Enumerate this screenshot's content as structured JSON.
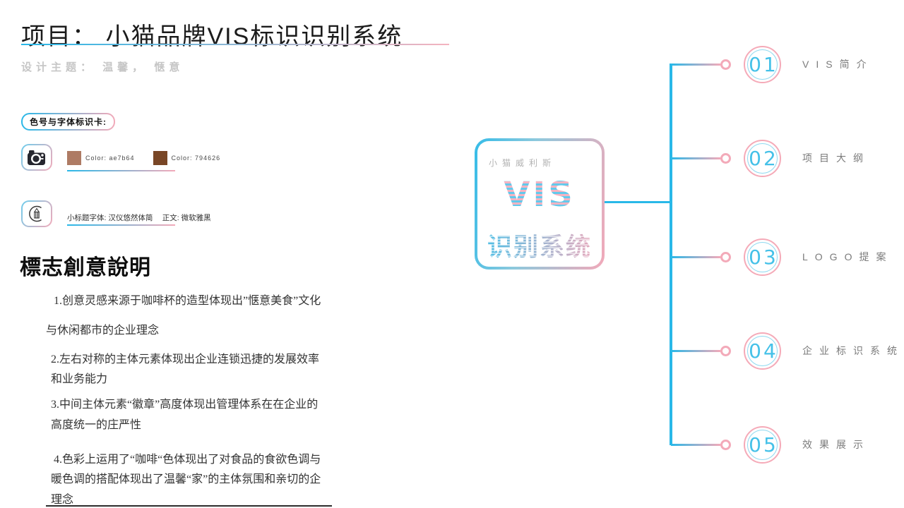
{
  "header": {
    "title": "项目： 小猫品牌VIS标识识别系统",
    "subtitle": "设计主题： 温馨， 惬意"
  },
  "spec_card": {
    "badge_label": "色号与字体标识卡:",
    "colors": [
      {
        "swatch": "#ae7b64",
        "label": "Color:  ae7b64"
      },
      {
        "swatch": "#794626",
        "label": "Color:  794626"
      }
    ],
    "font_line": "小标题字体: 汉仪悠然体简　 正文: 微软雅黑"
  },
  "description": {
    "heading": "標志創意說明",
    "lines": [
      "1.创意灵感来源于咖啡杯的造型体现出”惬意美食”文化",
      "与休闲都市的企业理念",
      "2.左右对称的主体元素体现出企业连锁迅捷的发展效率",
      "和业务能力",
      "3.中间主体元素“徽章”高度体现出管理体系在在企业的",
      "高度统一的庄严性",
      "4.色彩上运用了“咖啡“色体现出了对食品的食欲色调与",
      "暖色调的搭配体现出了温馨“家”的主体氛围和亲切的企",
      "理念"
    ]
  },
  "brand_card": {
    "subtitle": "小猫威利斯",
    "title_line1": "VIS",
    "title_line2": "识别系统"
  },
  "timeline": {
    "items": [
      {
        "number": "01",
        "label": "VIS简介"
      },
      {
        "number": "02",
        "label": "项目大纲"
      },
      {
        "number": "03",
        "label": "LOGO提案"
      },
      {
        "number": "04",
        "label": "企业标识系统"
      },
      {
        "number": "05",
        "label": "效果展示"
      }
    ]
  },
  "theme": {
    "accent_blue": "#29b8e8",
    "accent_pink": "#f3aab9",
    "number_blue": "#45c1e8",
    "label_gray": "#7b7b7b",
    "subtitle_gray": "#c6c6c6",
    "swatch_brown_light": "#ae7b64",
    "swatch_brown_dark": "#794626"
  }
}
